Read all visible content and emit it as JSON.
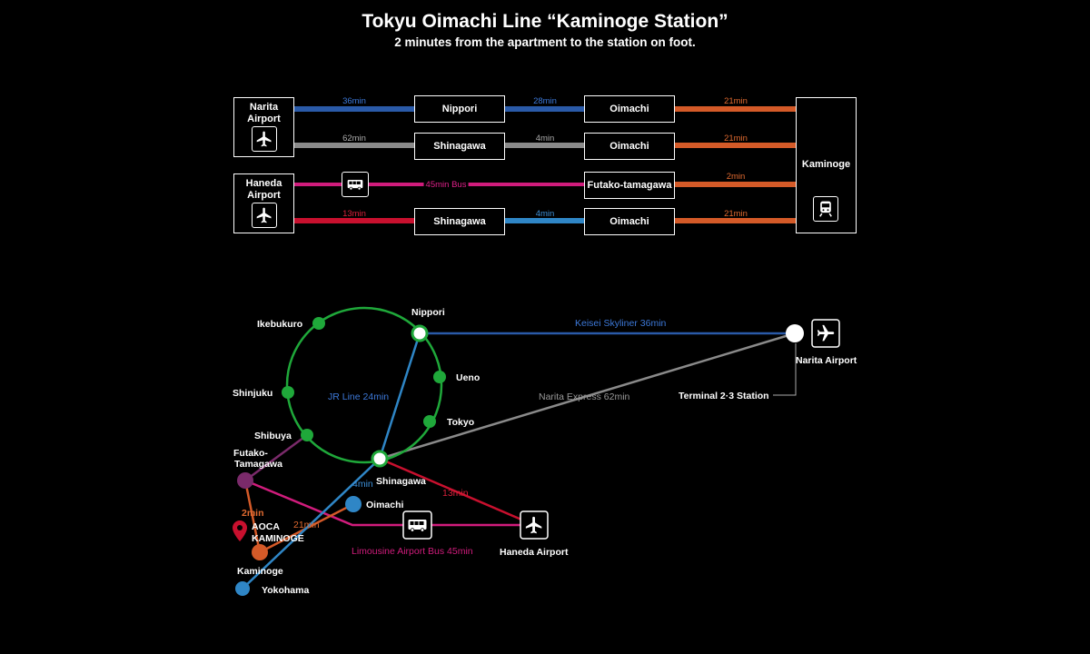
{
  "header": {
    "title": "Tokyu Oimachi Line “Kaminoge Station”",
    "subtitle": "2 minutes from the apartment to the station on foot."
  },
  "routes": {
    "narita_airport": [
      "Narita",
      "Airport"
    ],
    "haneda_airport": [
      "Haneda",
      "Airport"
    ],
    "kaminoge": "Kaminoge",
    "nippori": "Nippori",
    "shinagawa_1": "Shinagawa",
    "shinagawa_2": "Shinagawa",
    "oimachi_1": "Oimachi",
    "oimachi_2": "Oimachi",
    "oimachi_3": "Oimachi",
    "futako_tamagawa": "Futako-tamagawa",
    "times": {
      "r1a": "36min",
      "r1b": "28min",
      "r1c": "21min",
      "r2a": "62min",
      "r2b": "4min",
      "r2c": "21min",
      "r3a": "45min Bus",
      "r3b": "2min",
      "r4a": "13min",
      "r4b": "4min",
      "r4c": "21min"
    }
  },
  "map": {
    "stations": {
      "ikebukuro": "Ikebukuro",
      "nippori": "Nippori",
      "ueno": "Ueno",
      "shinjuku": "Shinjuku",
      "tokyo": "Tokyo",
      "shibuya": "Shibuya",
      "shinagawa": "Shinagawa",
      "oimachi": "Oimachi",
      "futako": [
        "Futako-",
        "Tamagawa"
      ],
      "aoca": [
        "AOCA",
        "KAMINOGE"
      ],
      "kaminoge": "Kaminoge",
      "yokohama": "Yokohama",
      "narita_airport": "Narita Airport",
      "terminal": "Terminal 2·3 Station",
      "haneda_airport": "Haneda Airport"
    },
    "labels": {
      "jr_line": "JR Line 24min",
      "keisei": "Keisei Skyliner 36min",
      "narita_express": "Narita Express 62min",
      "t4min": "4min",
      "t13min": "13min",
      "t2min": "2min",
      "t21min": "21min",
      "bus": "Limousine Airport Bus 45min"
    }
  },
  "colors": {
    "blue": "#2a5aa8",
    "orange": "#d45a28",
    "gray": "#8a8a8a",
    "magenta": "#d01c7c",
    "red": "#c8102e",
    "lightblue": "#2f86c6",
    "green": "#1fa83a",
    "purple": "#7a2a6a",
    "pin": "#c8102e"
  }
}
